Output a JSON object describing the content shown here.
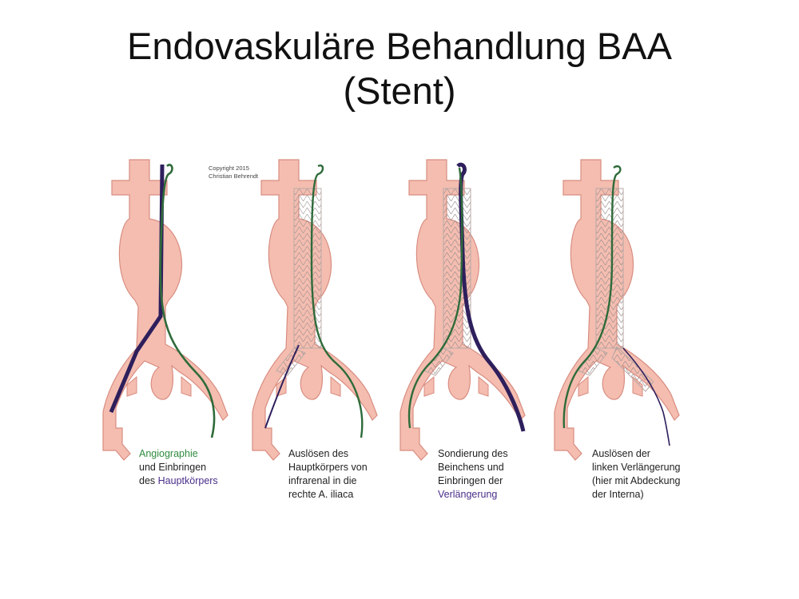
{
  "slide": {
    "title_line1": "Endovaskuläre Behandlung BAA",
    "title_line2": "(Stent)"
  },
  "copyright": {
    "line1": "Copyright 2015",
    "line2": "Christian Behrendt"
  },
  "colors": {
    "vessel_fill": "#f4bdb0",
    "vessel_outline": "#d88d80",
    "guidewire_green": "#2f6b3a",
    "catheter_purple": "#2e1f5c",
    "label_green": "#2e8b3e",
    "label_purple": "#4a2e8a"
  },
  "captions": [
    {
      "line1": "Angiographie",
      "line2": "und Einbringen",
      "line3_prefix": "des ",
      "line3_highlight": "Hauptkörpers",
      "line4": ""
    },
    {
      "line1": "Auslösen des",
      "line2": "Hauptkörpers von",
      "line3": "infrarenal in die",
      "line4": "rechte A. iliaca"
    },
    {
      "line1": "Sondierung des",
      "line2": "Beinchens und",
      "line3": "Einbringen der",
      "line4_highlight": "Verlängerung"
    },
    {
      "line1": "Auslösen der",
      "line2": "linken Verlängerung",
      "line3": "(hier mit Abdeckung",
      "line4": "der Interna)"
    }
  ]
}
